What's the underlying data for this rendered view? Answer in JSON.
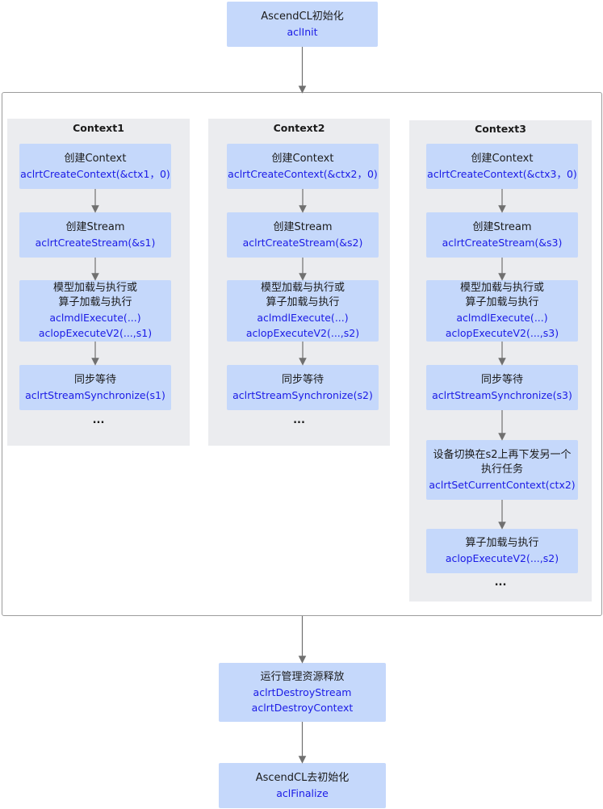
{
  "init": {
    "title": "AscendCL初始化",
    "code": "aclInit"
  },
  "contexts": [
    {
      "title": "Context1",
      "create_context": {
        "title": "创建Context",
        "code": "aclrtCreateContext(&ctx1，0)"
      },
      "create_stream": {
        "title": "创建Stream",
        "code": "aclrtCreateStream(&s1)"
      },
      "load_exec": {
        "line1": "模型加载与执行或",
        "line2": "算子加载与执行",
        "code1": "aclmdlExecute(...)",
        "code2": "aclopExecuteV2(...,s1)"
      },
      "sync": {
        "title": "同步等待",
        "code": "aclrtStreamSynchronize(s1)"
      },
      "ellipsis": "..."
    },
    {
      "title": "Context2",
      "create_context": {
        "title": "创建Context",
        "code": "aclrtCreateContext(&ctx2，0)"
      },
      "create_stream": {
        "title": "创建Stream",
        "code": "aclrtCreateStream(&s2)"
      },
      "load_exec": {
        "line1": "模型加载与执行或",
        "line2": "算子加载与执行",
        "code1": "aclmdlExecute(...)",
        "code2": "aclopExecuteV2(...,s2)"
      },
      "sync": {
        "title": "同步等待",
        "code": "aclrtStreamSynchronize(s2)"
      },
      "ellipsis": "..."
    },
    {
      "title": "Context3",
      "create_context": {
        "title": "创建Context",
        "code": "aclrtCreateContext(&ctx3，0)"
      },
      "create_stream": {
        "title": "创建Stream",
        "code": "aclrtCreateStream(&s3)"
      },
      "load_exec": {
        "line1": "模型加载与执行或",
        "line2": "算子加载与执行",
        "code1": "aclmdlExecute(...)",
        "code2": "aclopExecuteV2(...,s3)"
      },
      "sync": {
        "title": "同步等待",
        "code": "aclrtStreamSynchronize(s3)"
      },
      "switch": {
        "line1": "设备切换在s2上再下发另一个",
        "line2": "执行任务",
        "code": "aclrtSetCurrentContext(ctx2)"
      },
      "op_exec": {
        "title": "算子加载与执行",
        "code": "aclopExecuteV2(...,s2)"
      },
      "ellipsis": "..."
    }
  ],
  "release": {
    "title": "运行管理资源释放",
    "code1": "aclrtDestroyStream",
    "code2": "aclrtDestroyContext"
  },
  "finalize": {
    "title": "AscendCL去初始化",
    "code": "aclFinalize"
  },
  "colors": {
    "box": "#c5d8fb",
    "column": "#ebecef",
    "code_text": "#1a1ae6",
    "arrow": "#707070"
  }
}
